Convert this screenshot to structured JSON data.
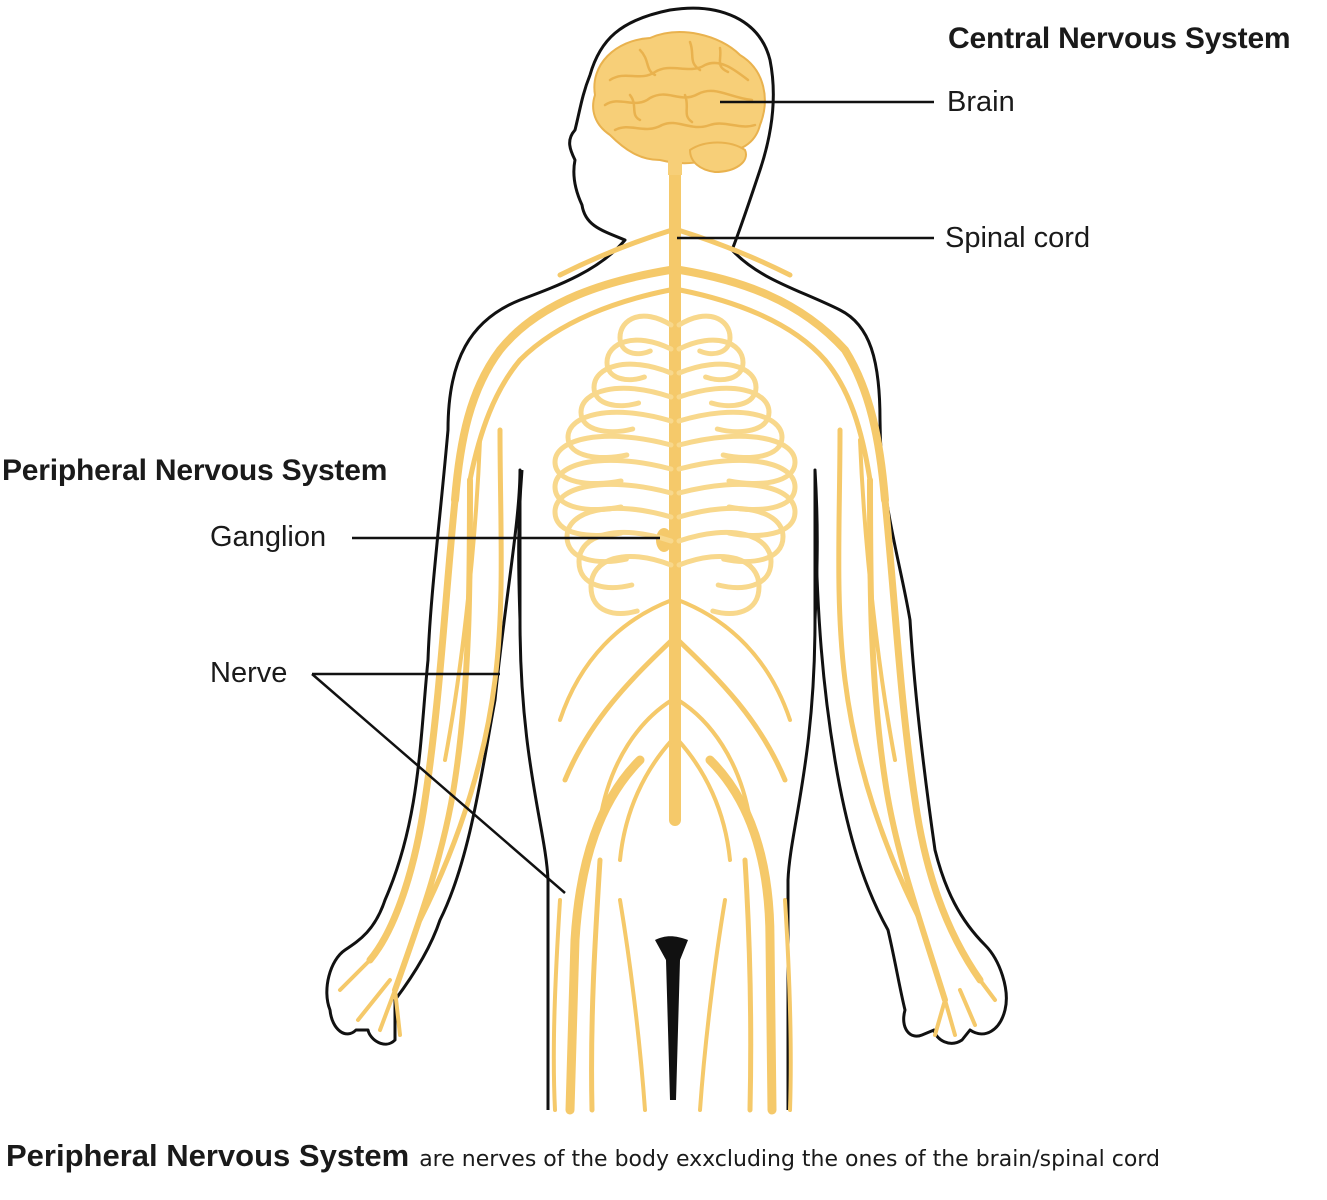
{
  "headings": {
    "central": "Central Nervous System",
    "peripheral": "Peripheral Nervous System"
  },
  "labels": {
    "brain": "Brain",
    "spinal_cord": "Spinal cord",
    "ganglion": "Ganglion",
    "nerve": "Nerve"
  },
  "caption": {
    "term": "Peripheral Nervous System",
    "definition": "are nerves of the body exxcluding the ones of the brain/spinal cord"
  },
  "colors": {
    "nerve": "#f5c96a",
    "nerve_light": "#f8d88c",
    "brain": "#f7cf78",
    "brain_folds": "#e9b24e",
    "outline": "#111111",
    "leader_line": "#111111"
  }
}
